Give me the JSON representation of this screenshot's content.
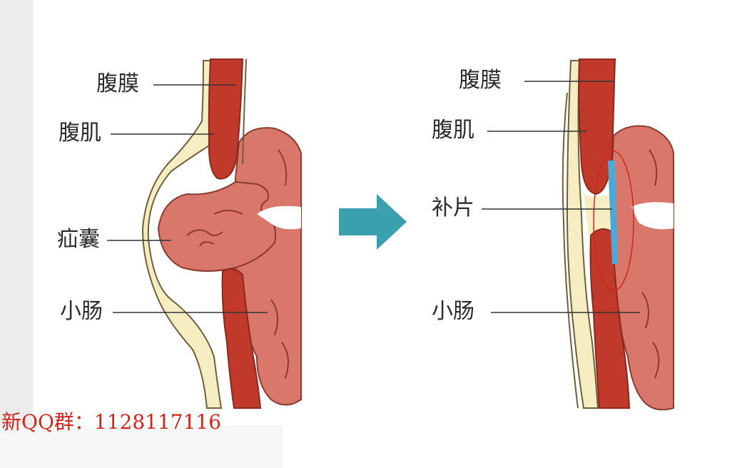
{
  "left_diagram": {
    "labels": {
      "peritoneum": "腹膜",
      "abdominal_muscle": "腹肌",
      "hernia_sac": "疝囊",
      "small_intestine": "小肠"
    }
  },
  "right_diagram": {
    "labels": {
      "peritoneum": "腹膜",
      "abdominal_muscle": "腹肌",
      "mesh_patch": "补片",
      "small_intestine": "小肠"
    }
  },
  "watermark": {
    "text": "新QQ群：1128117116"
  },
  "colors": {
    "muscle": "#c0392b",
    "muscle_outline": "#8a2a1c",
    "fat_layer": "#f7edc2",
    "intestine": "#d9786a",
    "intestine_line": "#8c3b30",
    "arrow": "#3ba0ae",
    "mesh": "#4aa9d8",
    "annotation": "#d0261c"
  }
}
